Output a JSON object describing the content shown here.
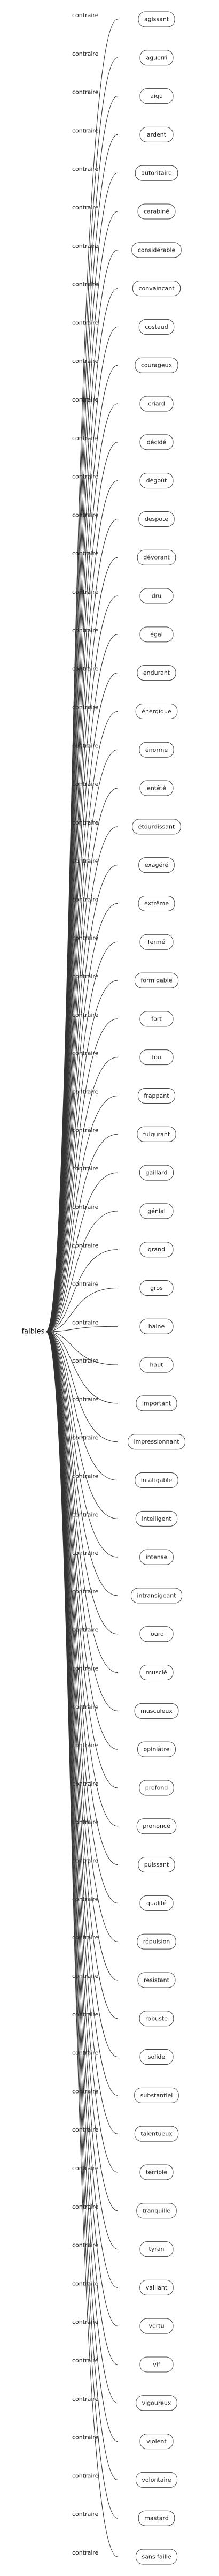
{
  "root": "faibles",
  "relation": "contraire",
  "targets": [
    "agissant",
    "aguerri",
    "aigu",
    "ardent",
    "autoritaire",
    "carabiné",
    "considérable",
    "convaincant",
    "costaud",
    "courageux",
    "criard",
    "décidé",
    "dégoût",
    "despote",
    "dévorant",
    "dru",
    "égal",
    "endurant",
    "énergique",
    "énorme",
    "entêté",
    "étourdissant",
    "exagéré",
    "extrême",
    "fermé",
    "formidable",
    "fort",
    "fou",
    "frappant",
    "fulgurant",
    "gaillard",
    "génial",
    "grand",
    "gros",
    "haine",
    "haut",
    "important",
    "impressionnant",
    "infatigable",
    "intelligent",
    "intense",
    "intransigeant",
    "lourd",
    "musclé",
    "musculeux",
    "opiniâtre",
    "profond",
    "prononcé",
    "puissant",
    "qualité",
    "répulsion",
    "résistant",
    "robuste",
    "solide",
    "substantiel",
    "talentueux",
    "terrible",
    "tranquille",
    "tyran",
    "vaillant",
    "vertu",
    "vif",
    "vigoureux",
    "violent",
    "volontaire",
    "mastard",
    "sans faille"
  ]
}
